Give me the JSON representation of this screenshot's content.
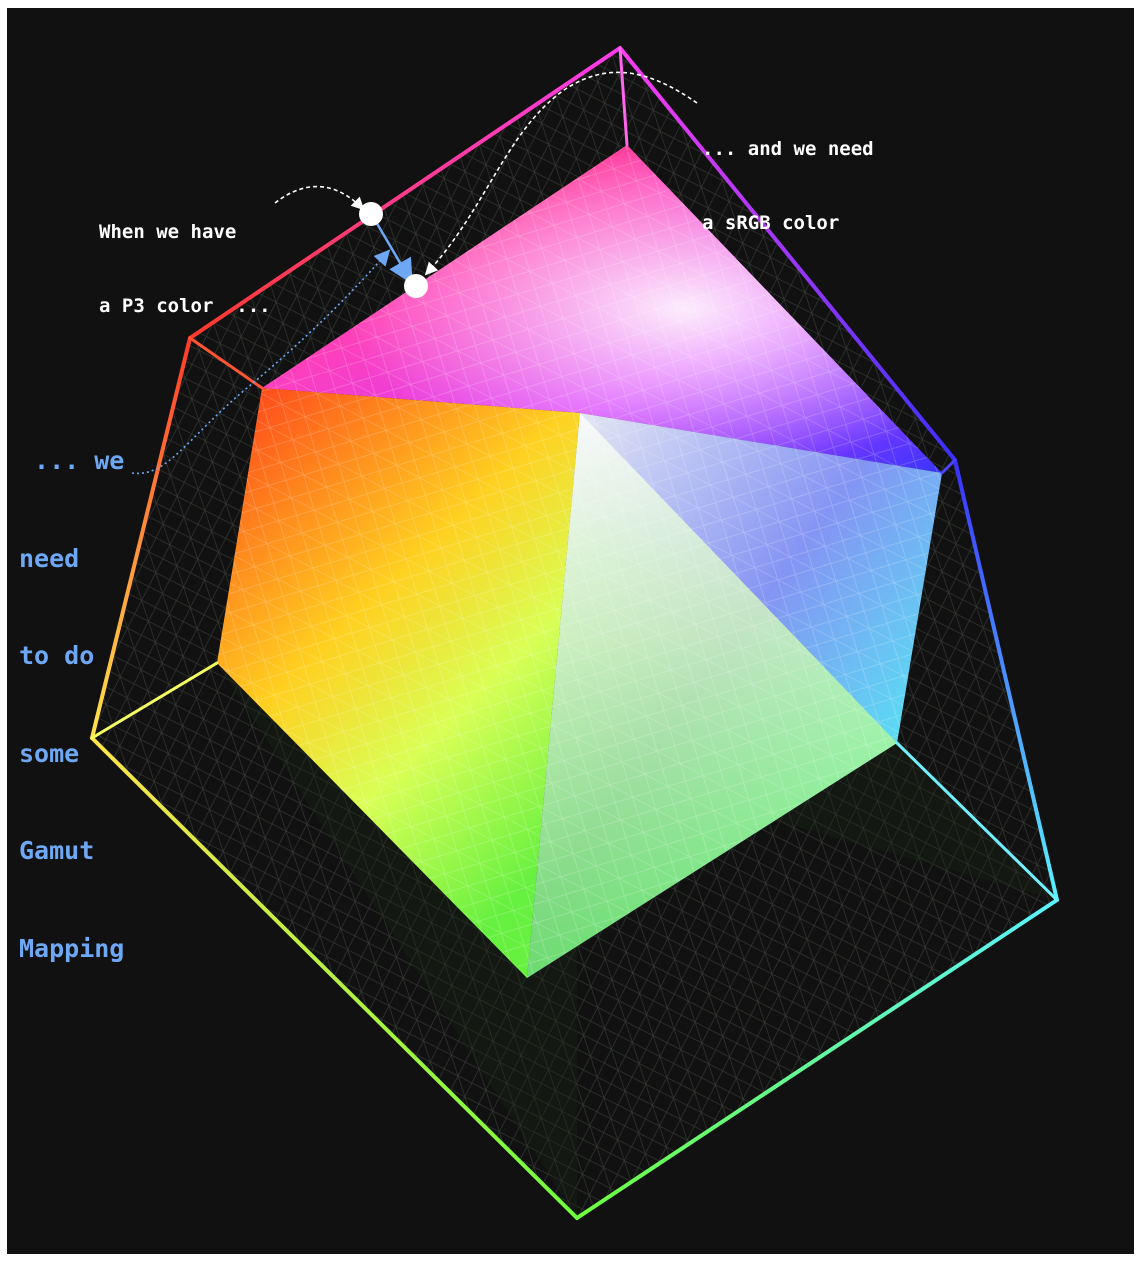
{
  "annotations": {
    "p3_note": [
      "When we have",
      "a P3 color  ..."
    ],
    "srgb_note": [
      "... and we need",
      "a sRGB color"
    ],
    "gamut_note": [
      " ... we",
      "need",
      "to do",
      "some",
      "Gamut",
      "Mapping"
    ]
  },
  "colors": {
    "background": "#111111",
    "accent_blue": "#6ea8f5",
    "annotation_white": "#ffffff"
  },
  "visual": {
    "outer_cube": "P3 gamut wireframe",
    "inner_cube": "sRGB gamut solid",
    "markers": [
      "p3-color-point",
      "srgb-color-point"
    ]
  }
}
